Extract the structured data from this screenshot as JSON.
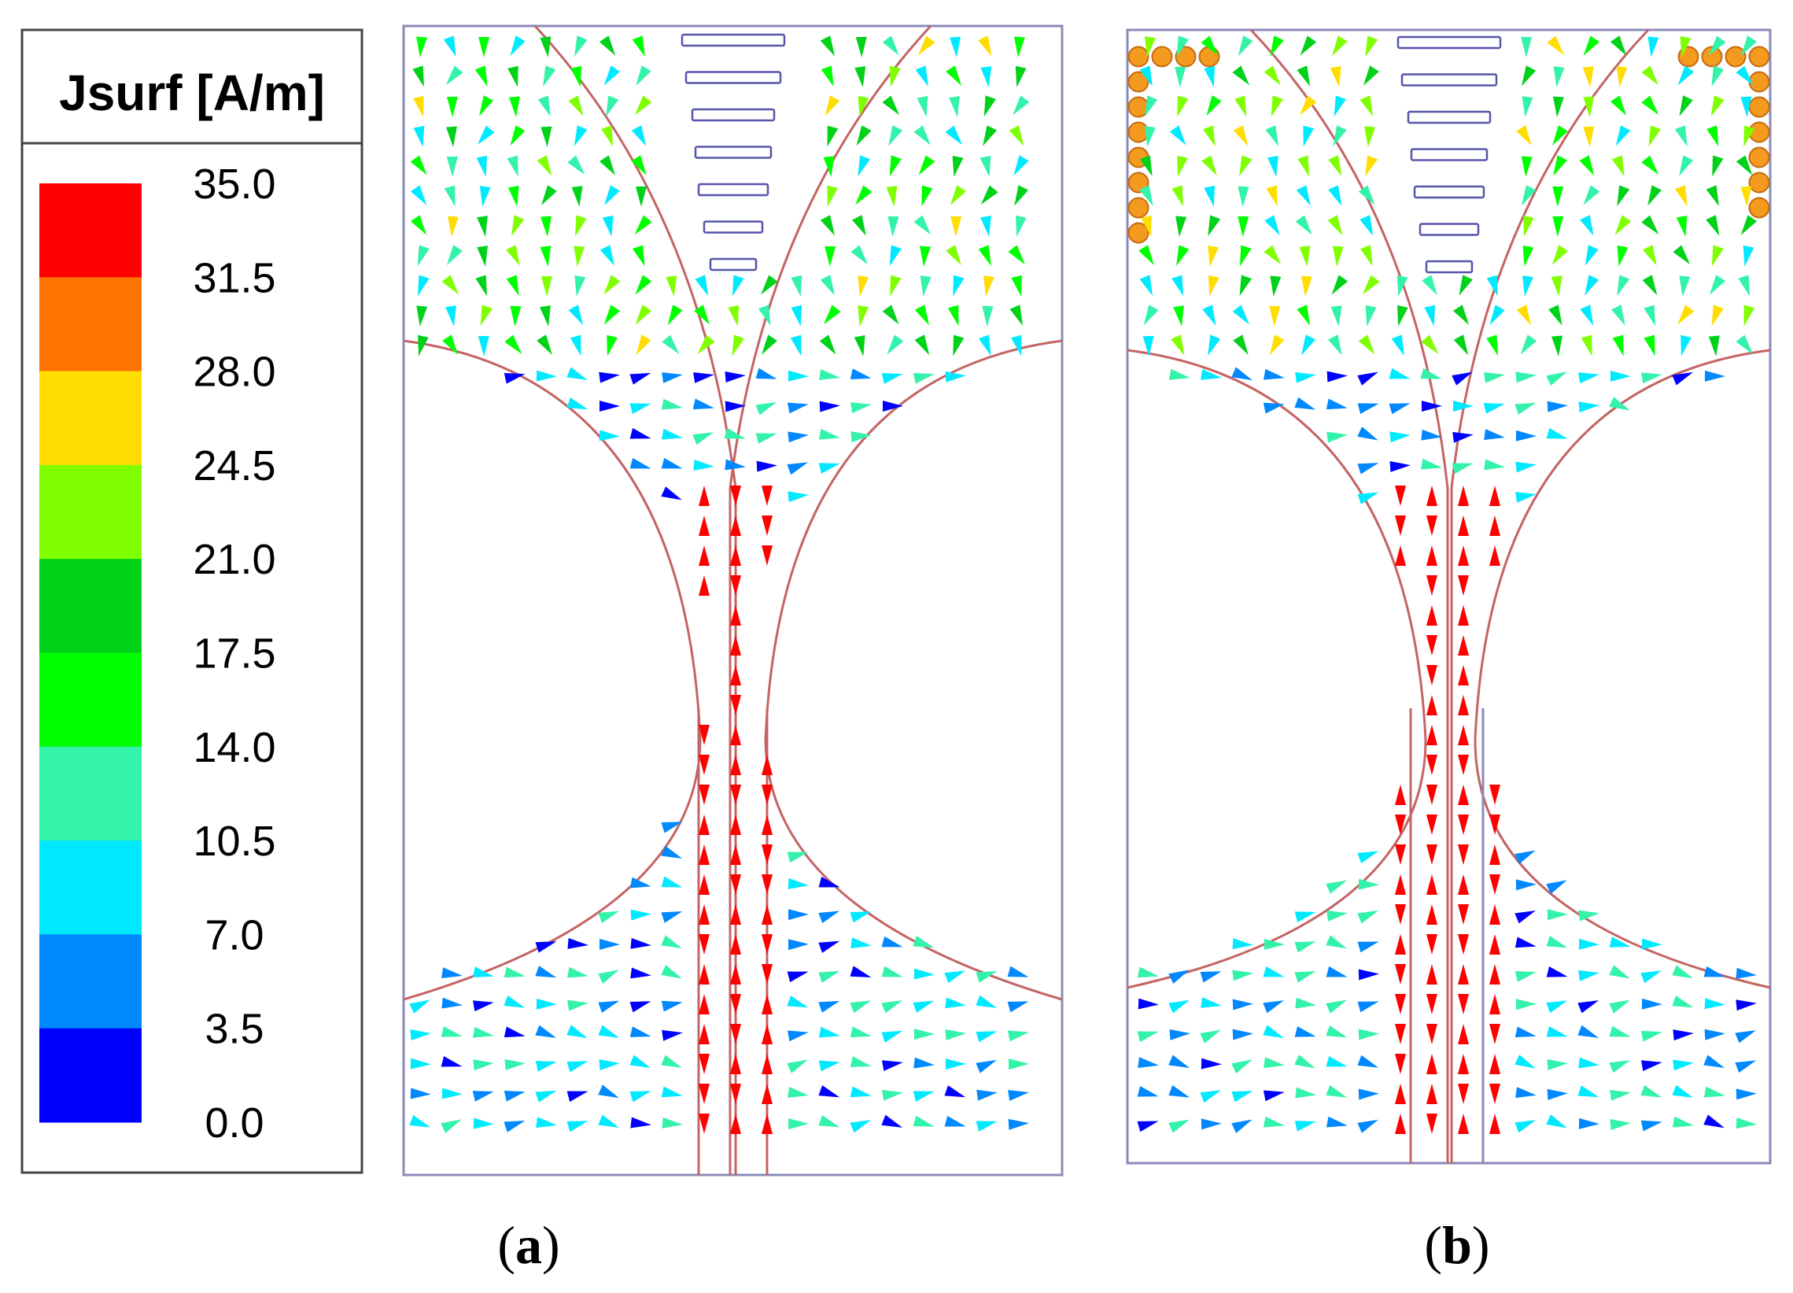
{
  "legend": {
    "title": "Jsurf [A/m]",
    "ticks": [
      "35.0",
      "31.5",
      "28.0",
      "24.5",
      "21.0",
      "17.5",
      "14.0",
      "10.5",
      "7.0",
      "3.5",
      "0.0"
    ],
    "range": [
      0.0,
      35.0
    ],
    "bands_top_to_bottom": [
      "#ff0000",
      "#ff7300",
      "#ffdd00",
      "#7fff00",
      "#00d21a",
      "#00ff00",
      "#33f2aa",
      "#00eaff",
      "#0088ff",
      "#0000ff"
    ]
  },
  "panels": [
    {
      "id": "a",
      "open": "(",
      "letter": "a",
      "close": ")"
    },
    {
      "id": "b",
      "open": "(",
      "letter": "b",
      "close": ")"
    }
  ],
  "colors": {
    "boundary_outer": "#8a8ab8",
    "boundary_curve": "#c46464",
    "slot_outline": "#5555aa",
    "dot_fill": "#f39a1f",
    "dot_stroke": "#c46b10"
  }
}
